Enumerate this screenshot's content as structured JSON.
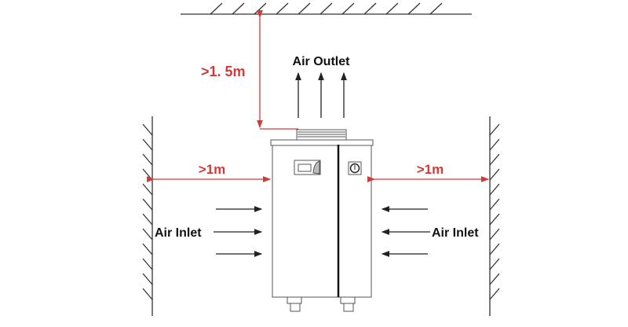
{
  "labels": {
    "air_outlet": "Air Outlet",
    "air_inlet_left": "Air Inlet",
    "air_inlet_right": "Air Inlet",
    "clearance_top": ">1. 5m",
    "clearance_left": ">1m",
    "clearance_right": ">1m"
  },
  "colors": {
    "dimension": "#d23a3a",
    "line": "#222222"
  }
}
